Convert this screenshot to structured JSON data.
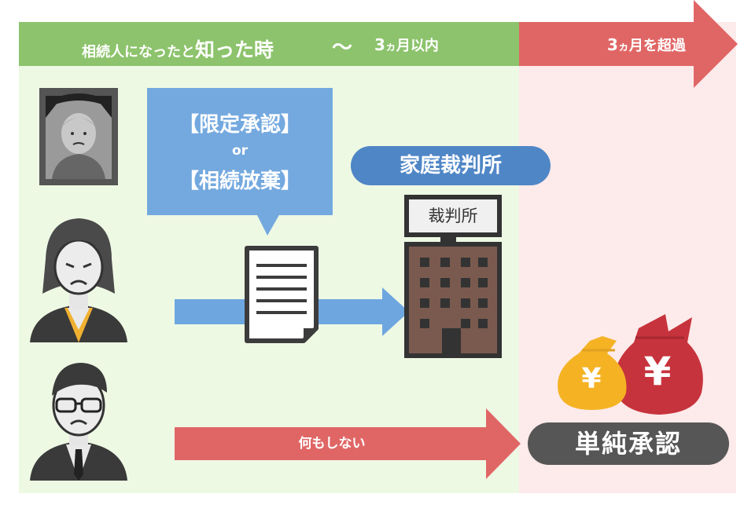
{
  "timeline": {
    "period_prefix": "相続人になったと",
    "period_emph": "知った時",
    "period_tilde": "〜",
    "period_3": "3",
    "period_ka": "ヵ",
    "period_suffix": "月以内",
    "overdue_3": "3",
    "overdue_ka": "ヵ",
    "overdue_suffix": "月を超過"
  },
  "options": {
    "line1": "【限定承認】",
    "line2": "or",
    "line3": "【相続放棄】"
  },
  "court": {
    "pill_label": "家庭裁判所",
    "sign_label": "裁判所"
  },
  "action": {
    "do_nothing": "何もしない"
  },
  "result": {
    "label": "単純承認"
  },
  "money": {
    "small_bag_symbol": "¥",
    "large_bag_symbol": "¥"
  },
  "colors": {
    "green_band": "#8cc36c",
    "red_band": "#e06666",
    "bubble_blue": "#74a9df",
    "court_blue": "#4f86c6",
    "result_gray": "#565656",
    "building_brown": "#7a5a4e",
    "bag_gold": "#f5b324",
    "bag_red": "#c7333c"
  },
  "icons": [
    "deceased-portrait-icon",
    "worried-woman-icon",
    "worried-man-icon",
    "document-icon",
    "court-building-icon",
    "money-bag-icon"
  ]
}
